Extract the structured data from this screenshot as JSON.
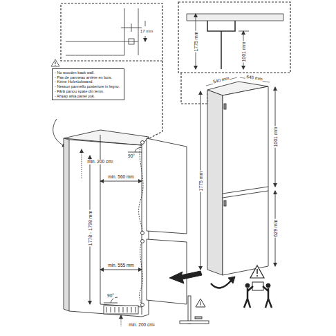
{
  "diagram": {
    "nodes": [
      {
        "text": [
          "- No wooden back wall.",
          "- Pas de panneau arrière en bois.",
          "- Keine Holzrückwand.",
          "- Nessun pannello posteriore in legno.",
          "- Fără panou spate din lemn.",
          "- Ahşap arka panel yok."
        ]
      }
    ],
    "labels": [
      "17 mm",
      "1775 mm",
      "1001 mm",
      "540 mm",
      "545 mm",
      "1001 mm",
      "1775 mm",
      "629 mm",
      "min. 200 cm²",
      "90°",
      "min. 560 mm",
      "1778 - 1798 mm",
      "min. 555 mm",
      "90°",
      "min. 200 cm²"
    ]
  }
}
